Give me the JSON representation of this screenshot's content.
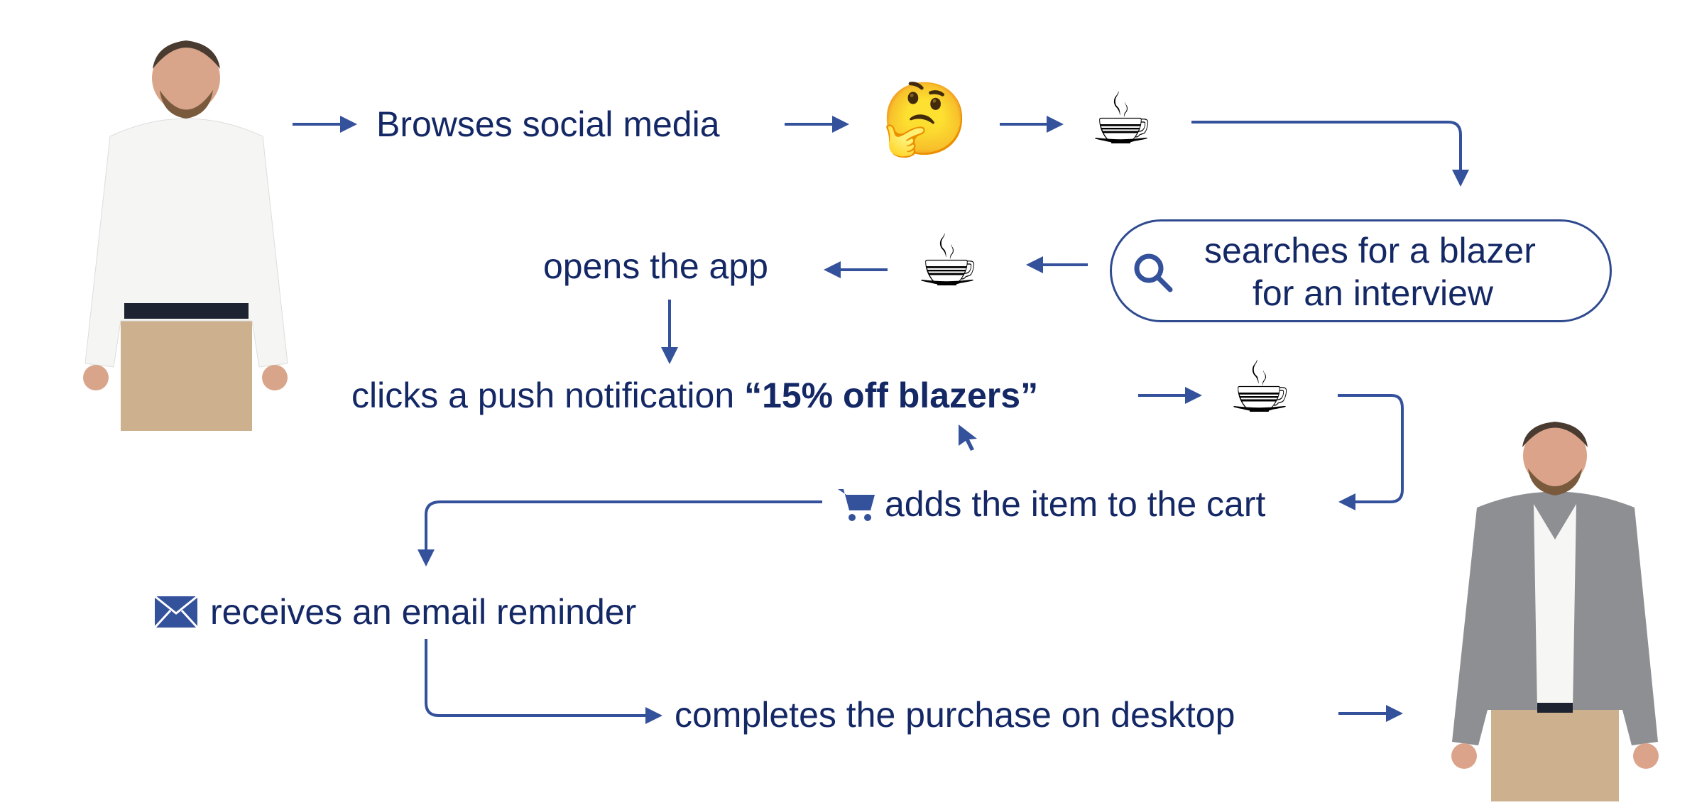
{
  "colors": {
    "text": "#142866",
    "arrow": "#34519b"
  },
  "steps": {
    "browse": "Browses social media",
    "search_line1": "searches for a blazer",
    "search_line2": "for an interview",
    "open_app": "opens the app",
    "push_prefix": "clicks a push notification ",
    "push_quote": "“15% off blazers”",
    "cart": "adds the item to the cart",
    "email": "receives an email reminder",
    "purchase": "completes the purchase on desktop"
  },
  "icons": {
    "thinking": "🤔",
    "coffee": "☕",
    "search": "search-icon",
    "cart": "cart-icon",
    "email": "envelope-icon",
    "cursor": "cursor-icon"
  },
  "people": {
    "start": "man in white shirt",
    "end": "man in grey blazer"
  }
}
